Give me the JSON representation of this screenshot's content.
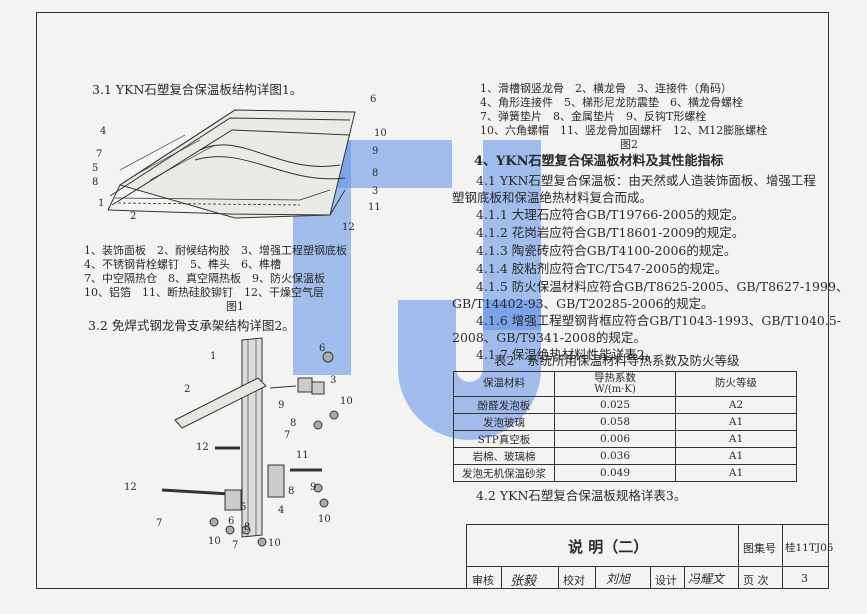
{
  "section31_title": "3.1 YKN石塑复合保温板结构详图1。",
  "fig1_callouts": [
    "4",
    "7",
    "5",
    "8",
    "1",
    "2",
    "6",
    "10",
    "9",
    "8",
    "3",
    "11",
    "12"
  ],
  "fig1_legend": [
    "1、装饰面板　2、耐候结构胶　3、增强工程塑钢底板",
    "4、不锈钢背栓螺钉　5、榫头　6、榫槽",
    "7、中空隔热仓　8、真空隔热板　9、防火保温板",
    "10、铝箔　11、断热硅胶铆钉　12、干燥空气层"
  ],
  "fig1_caption": "图1",
  "section32_title": "3.2 免焊式钢龙骨支承架结构详图2。",
  "fig2_callouts": [
    "1",
    "2",
    "6",
    "3",
    "9",
    "10",
    "8",
    "7",
    "12",
    "11",
    "8",
    "4",
    "9",
    "10",
    "12",
    "7",
    "10",
    "8",
    "7",
    "5",
    "10",
    "6"
  ],
  "fig2_legend": [
    "1、滑槽钢竖龙骨　2、横龙骨　3、连接件（角码）",
    "4、角形连接件　5、梯形尼龙防震垫　6、横龙骨螺栓",
    "7、弹簧垫片　8、金属垫片　9、反钩T形螺栓",
    "10、六角螺帽　11、竖龙骨加固螺杆　12、M12膨胀螺栓"
  ],
  "fig2_caption": "图2",
  "section4_title": "4、YKN石塑复合保温板材料及其性能指标",
  "paragraphs": [
    "4.1 YKN石塑复合保温板：由天然或人造装饰面板、增强工程",
    "塑钢底板和保温绝热材料复合而成。",
    "4.1.1 大理石应符合GB/T19766-2005的规定。",
    "4.1.2 花岗岩应符合GB/T18601-2009的规定。",
    "4.1.3 陶瓷砖应符合GB/T4100-2006的规定。",
    "4.1.4 胶粘剂应符合TC/T547-2005的规定。",
    "4.1.5 防火保温材料应符合GB/T8625-2005、GB/T8627-1999、",
    "GB/T14402-93、GB/T20285-2006的规定。",
    "4.1.6 增强工程塑钢背框应符合GB/T1043-1993、GB/T1040.5-",
    "2008、GB/T9341-2008的规定。",
    "4.1.7 保温绝热材料性能详表2。"
  ],
  "table2": {
    "title": "表2　系统所用保温材料导热系数及防火等级",
    "headers": [
      "保温材料",
      "导热系数",
      "W/(m·K)",
      "防火等级"
    ],
    "rows": [
      [
        "酚醛发泡板",
        "0.025",
        "A2"
      ],
      [
        "发泡玻璃",
        "0.058",
        "A1"
      ],
      [
        "STP真空板",
        "0.006",
        "A1"
      ],
      [
        "岩棉、玻璃棉",
        "0.036",
        "A1"
      ],
      [
        "发泡无机保温砂浆",
        "0.049",
        "A1"
      ]
    ]
  },
  "section42": "4.2 YKN石塑复合保温板规格详表3。",
  "title_block": {
    "title": "说 明（二）",
    "atlas_label": "图集号",
    "atlas_no": "桂11TJ05",
    "review_label": "审核",
    "review_sig": "张毅",
    "check_label": "校对",
    "check_sig": "刘旭",
    "design_label": "设计",
    "design_sig": "冯耀文",
    "page_label": "页 次",
    "page_no": "3"
  }
}
